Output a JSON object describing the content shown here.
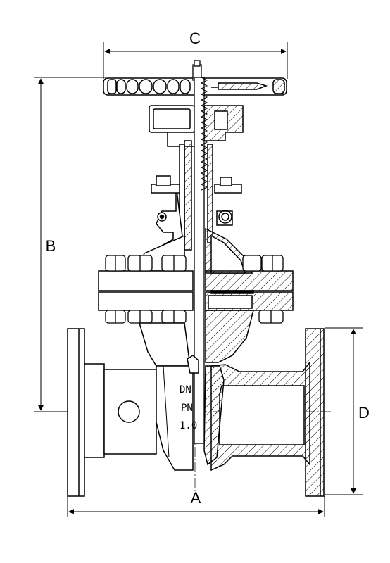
{
  "drawing": {
    "dimension_labels": {
      "a": "A",
      "b": "B",
      "c": "C",
      "d": "D"
    },
    "body_marks": {
      "line1": "DN",
      "line2": "PN",
      "line3": "1.0"
    }
  }
}
